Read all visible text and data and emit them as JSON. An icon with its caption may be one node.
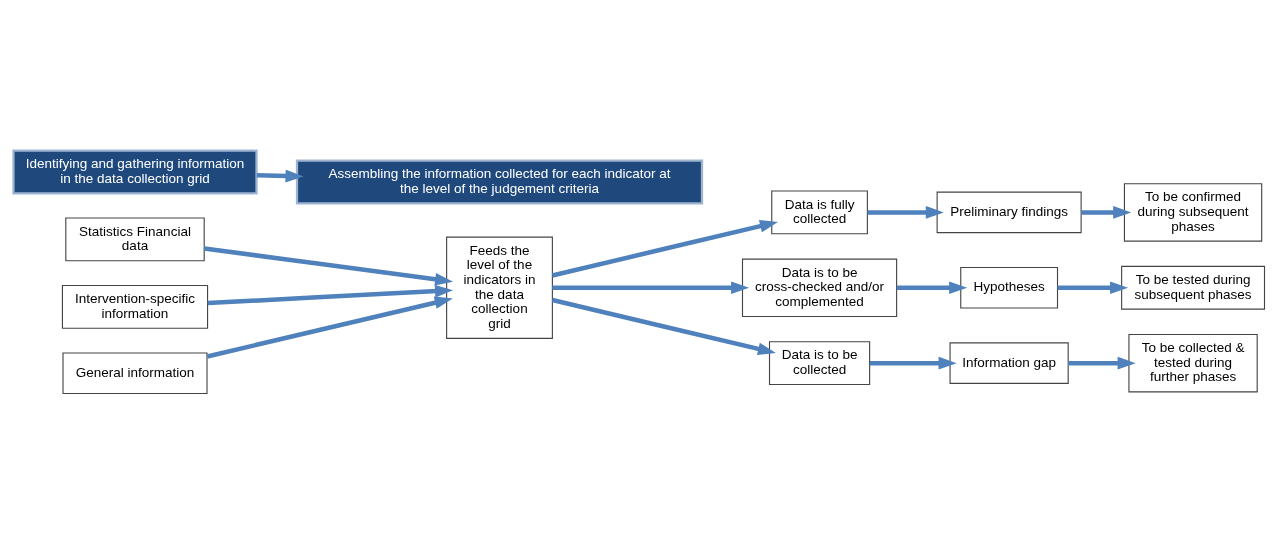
{
  "diagram": {
    "nodes": [
      {
        "text": [
          "Identifying and gathering information in the data collection grid"
        ]
      },
      {
        "text": [
          "Assembling the information collected for each indicator at the level of the judgement criteria"
        ]
      },
      {
        "text": [
          "Statistics Financial data"
        ]
      },
      {
        "text": [
          "Intervention-specific information"
        ]
      },
      {
        "text": [
          "General information"
        ]
      },
      {
        "text": [
          "Feeds the level of the indicators in the data collection grid"
        ]
      },
      {
        "text": [
          "Data is fully collected"
        ]
      },
      {
        "text": [
          "Preliminary findings"
        ]
      },
      {
        "text": [
          "To be confirmed during subsequent phases"
        ]
      },
      {
        "text": [
          "Data is to be cross-checked and/or complemented"
        ]
      },
      {
        "text": [
          "Hypotheses"
        ]
      },
      {
        "text": [
          "To be tested during subsequent phases"
        ]
      },
      {
        "text": [
          "Data is to be collected"
        ]
      },
      {
        "text": [
          "Information gap"
        ]
      },
      {
        "text": [
          "To be collected & tested during further phases"
        ]
      }
    ],
    "edges": [
      {
        "from": 0,
        "to": 1,
        "arrow": "to"
      },
      {
        "from": 2,
        "to": 5,
        "arrow": "to"
      },
      {
        "from": 3,
        "to": 5,
        "arrow": "to"
      },
      {
        "from": 4,
        "to": 5,
        "arrow": "to"
      },
      {
        "from": 5,
        "to": 6,
        "arrow": "to"
      },
      {
        "from": 5,
        "to": 9,
        "arrow": "to"
      },
      {
        "from": 5,
        "to": 12,
        "arrow": "to"
      },
      {
        "from": 6,
        "to": 7,
        "arrow": "to"
      },
      {
        "from": 7,
        "to": 8,
        "arrow": "to"
      },
      {
        "from": 9,
        "to": 10,
        "arrow": "to"
      },
      {
        "from": 10,
        "to": 11,
        "arrow": "to"
      },
      {
        "from": 12,
        "to": 13,
        "arrow": "to"
      },
      {
        "from": 13,
        "to": 14,
        "arrow": "to"
      }
    ]
  }
}
